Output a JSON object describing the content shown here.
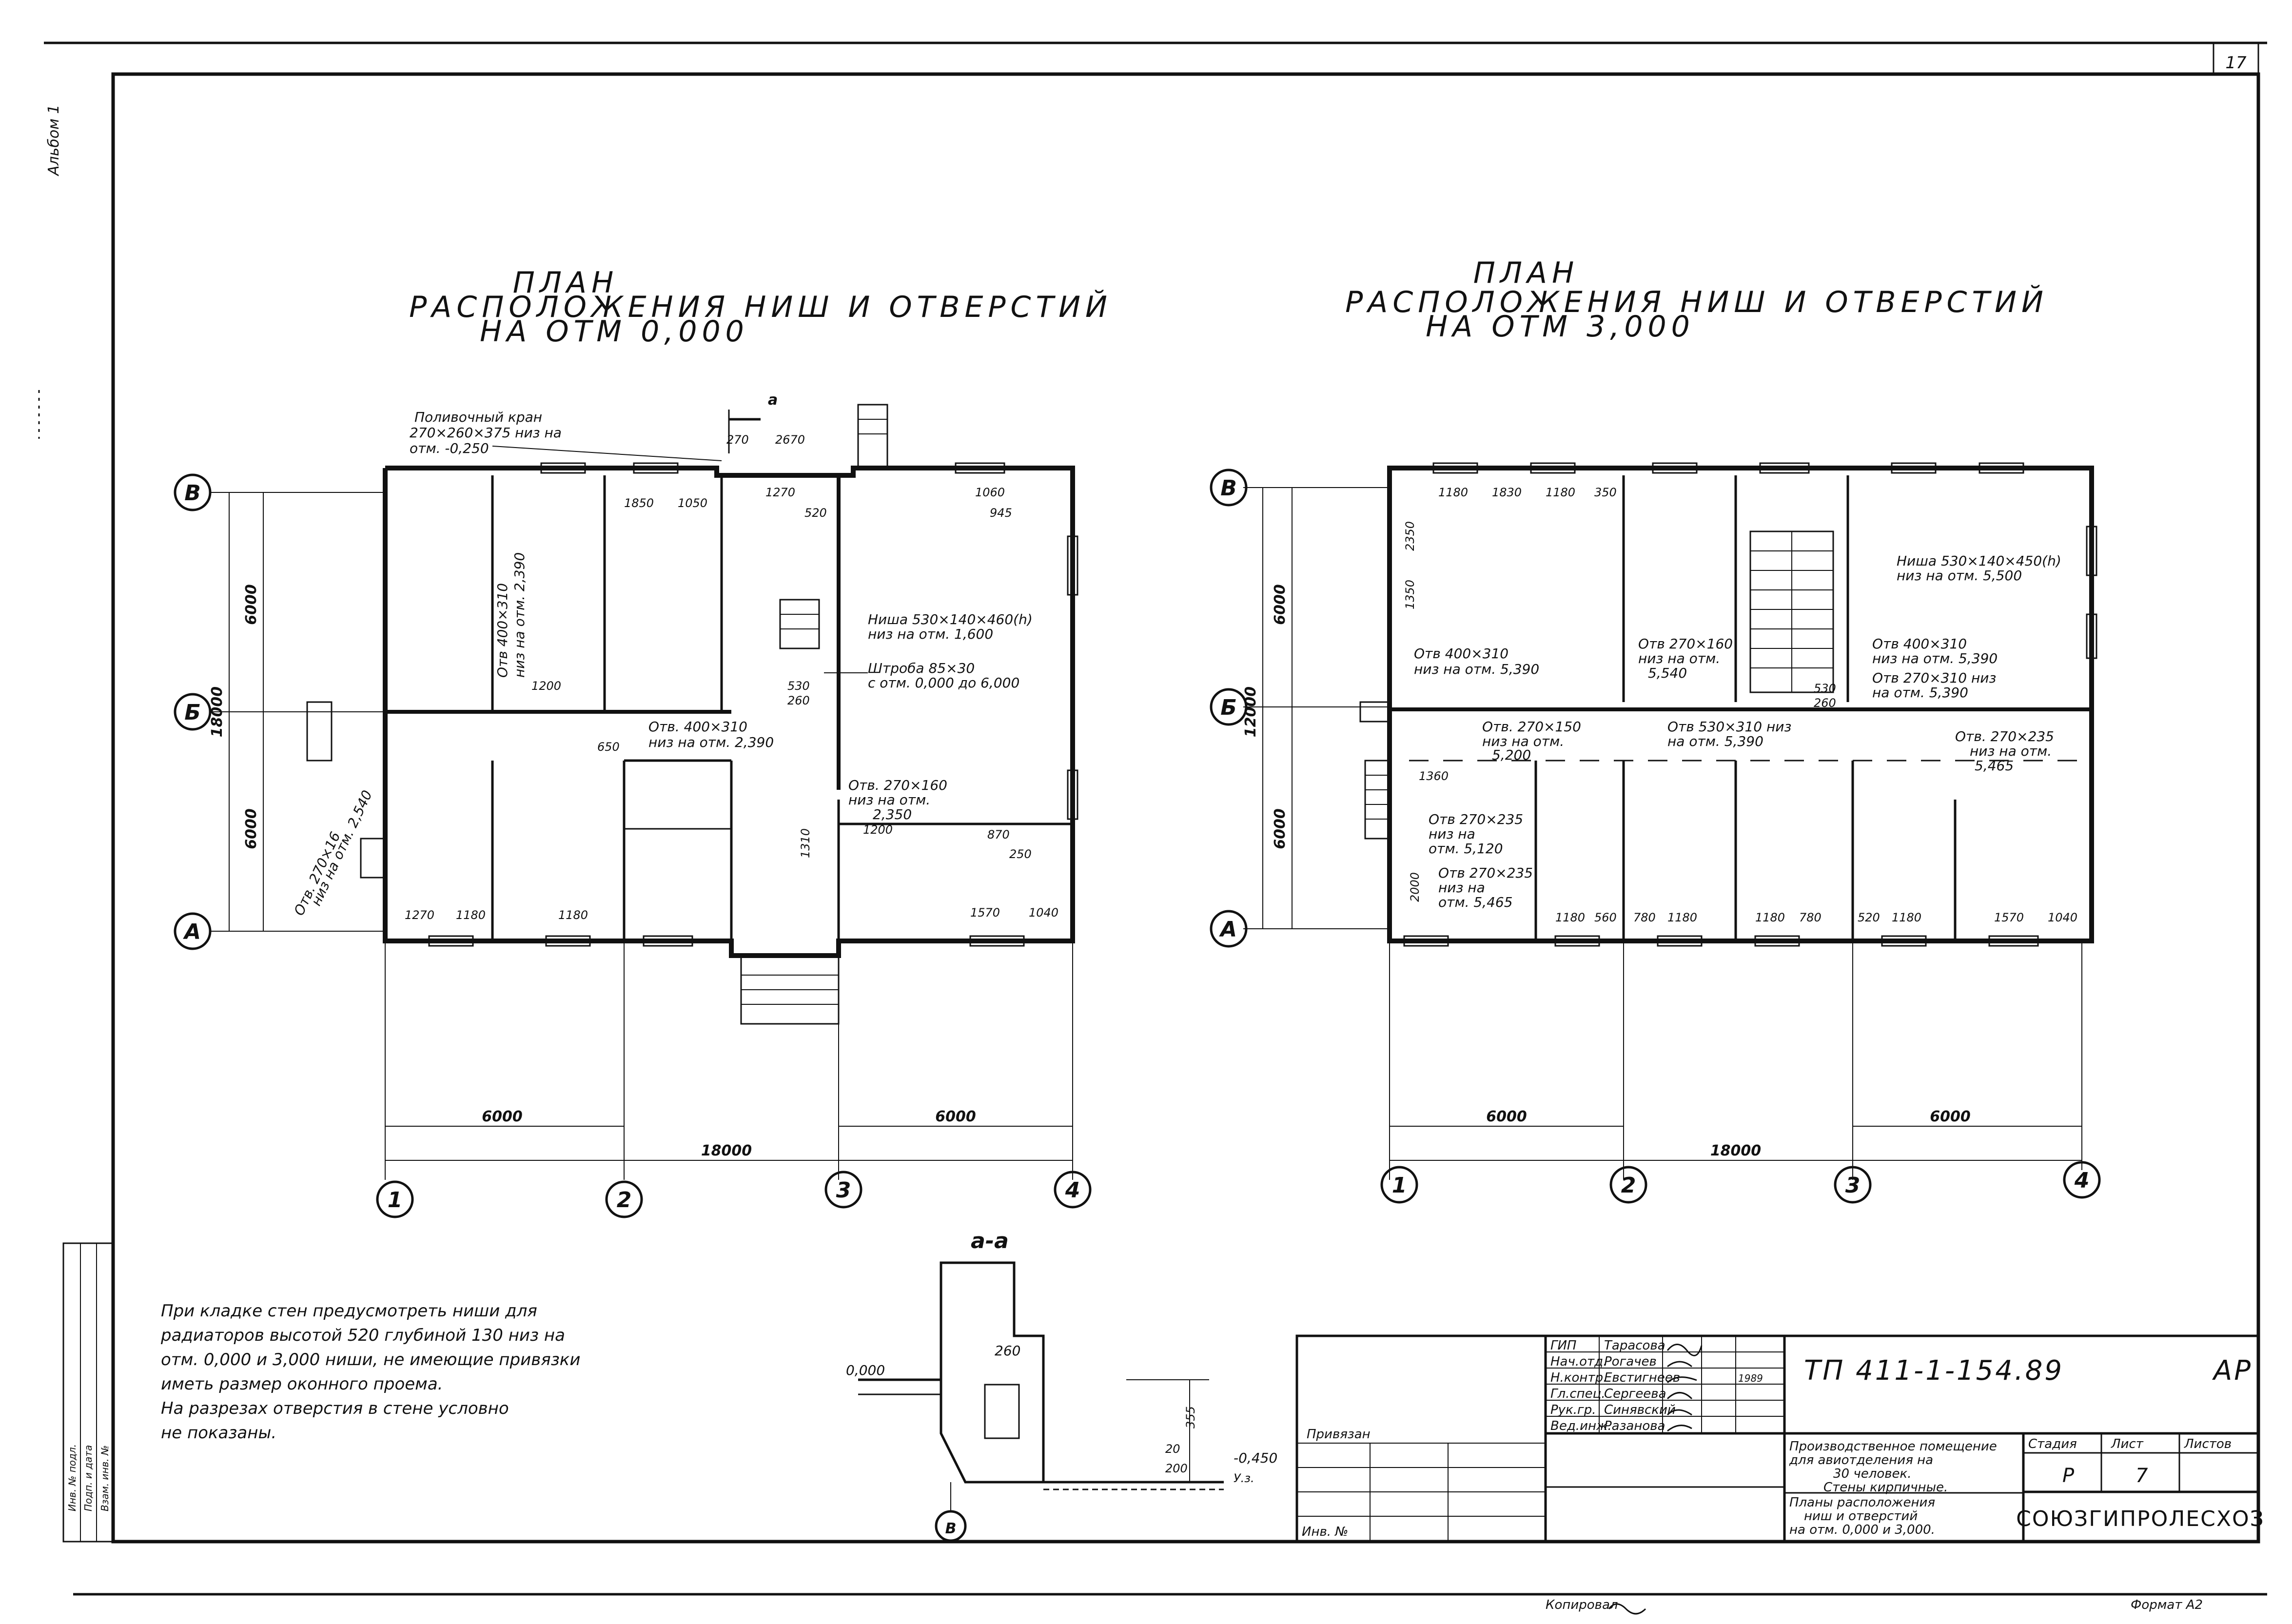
{
  "sheet": {
    "number": "17",
    "format": "Формат А2",
    "copied": "Копировал",
    "side_stamp": "Альбом 1"
  },
  "plan1": {
    "title": [
      "ПЛАН",
      "РАСПОЛОЖЕНИЯ   НИШ   И   ОТВЕРСТИЙ",
      "НА  ОТМ  0,000"
    ],
    "overall_dim": "18000",
    "bay_dims": [
      "6000",
      "6000"
    ],
    "vertical_dims": [
      "6000",
      "18000",
      "6000"
    ],
    "axes_cols": [
      "1",
      "2",
      "3",
      "4"
    ],
    "axes_rows": [
      "В",
      "Б",
      "А"
    ],
    "notes": [
      "Поливочный кран",
      "270×260×375  низ на",
      "отм. -0,250",
      "Ниша 530×140×460(h)",
      "низ на отм. 1,600",
      "Штроба 85×30",
      "с отм. 0,000 до 6,000",
      "Отв. 400×310",
      "низ на отм. 2,390",
      "Отв. 270×160",
      "низ на отм.",
      "2,350",
      "Отв 400×310",
      "низ на отм. 2,390",
      "Отв. 270×16",
      "низ на отм. 2,540"
    ],
    "dims_small": [
      "270",
      "2670",
      "1270",
      "520",
      "1060",
      "945",
      "1850",
      "1050",
      "1200",
      "530",
      "260",
      "650",
      "1200",
      "1310",
      "1570",
      "1040",
      "1270",
      "1180",
      "1180",
      "870",
      "250"
    ]
  },
  "plan2": {
    "title": [
      "ПЛАН",
      "РАСПОЛОЖЕНИЯ   НИШ   И   ОТВЕРСТИЙ",
      "НА  ОТМ  3,000"
    ],
    "overall_dim": "18000",
    "bay_dims": [
      "6000",
      "6000"
    ],
    "vertical_dims": [
      "6000",
      "12000",
      "6000"
    ],
    "axes_cols": [
      "1",
      "2",
      "3",
      "4"
    ],
    "axes_rows": [
      "В",
      "Б",
      "А"
    ],
    "notes": [
      "Ниша 530×140×450(h)",
      "низ на отм. 5,500",
      "Отв 400×310",
      "низ на отм. 5,390",
      "Отв 270×310 низ",
      "на отм. 5,390",
      "Отв 400×310",
      "низ на отм. 5,390",
      "Отв 270×160",
      "низ на отм.",
      "5,540",
      "Отв. 270×150",
      "низ на отм.",
      "5,200",
      "Отв 530×310 низ",
      "на отм. 5,390",
      "Отв. 270×235",
      "низ на отм.",
      "5,465",
      "Отв 270×235",
      "низ на",
      "отм. 5,465",
      "Отв 270×235",
      "низ на",
      "отм. 5,120"
    ],
    "dims_small": [
      "1180",
      "1830",
      "1180",
      "350",
      "2350",
      "1350",
      "530",
      "260",
      "1360",
      "1180",
      "560",
      "780",
      "1180",
      "1180",
      "780",
      "520",
      "1180",
      "1570",
      "1040",
      "2000"
    ]
  },
  "section": {
    "title": "а-а",
    "axis": "В",
    "levels": [
      "0,000",
      "-0,450"
    ],
    "dims": [
      "260",
      "355",
      "20",
      "200"
    ],
    "ground": "У.з."
  },
  "general_note": [
    "При кладке стен предусмотреть ниши для",
    "радиаторов высотой 520 глубиной 130 низ на",
    "отм. 0,000 и 3,000 ниши, не имеющие привязки",
    "иметь размер оконного проема.",
    "На разрезах отверстия в стене условно",
    "не показаны."
  ],
  "title_block": {
    "roles": [
      "ГИП",
      "Нач.отд.",
      "Н.контр.",
      "Гл.спец.",
      "Рук.гр.",
      "Вед.инж."
    ],
    "names": [
      "Тарасова",
      "Рогачев",
      "Евстигнеев",
      "Сергеева",
      "Синявский",
      "Разанова"
    ],
    "year": "1989",
    "code": "ТП  411-1-154.89",
    "mark": "АР",
    "project": [
      "Производственное помещение",
      "для авиотделения на",
      "30 человек.",
      "Стены кирпичные."
    ],
    "sheet_title": [
      "Планы расположения",
      "ниш и отверстий",
      "на отм. 0,000 и 3,000."
    ],
    "stage_hdr": "Стадия",
    "sheet_hdr": "Лист",
    "sheets_hdr": "Листов",
    "stage": "Р",
    "sheet_no": "7",
    "org": "СОЮЗГИПРОЛЕСХОЗ",
    "bound": "Привязан",
    "inv": "Инв. №"
  },
  "left_stamp": [
    "Инв. № подл.",
    "Подп. и дата",
    "Взам. инв. №"
  ]
}
